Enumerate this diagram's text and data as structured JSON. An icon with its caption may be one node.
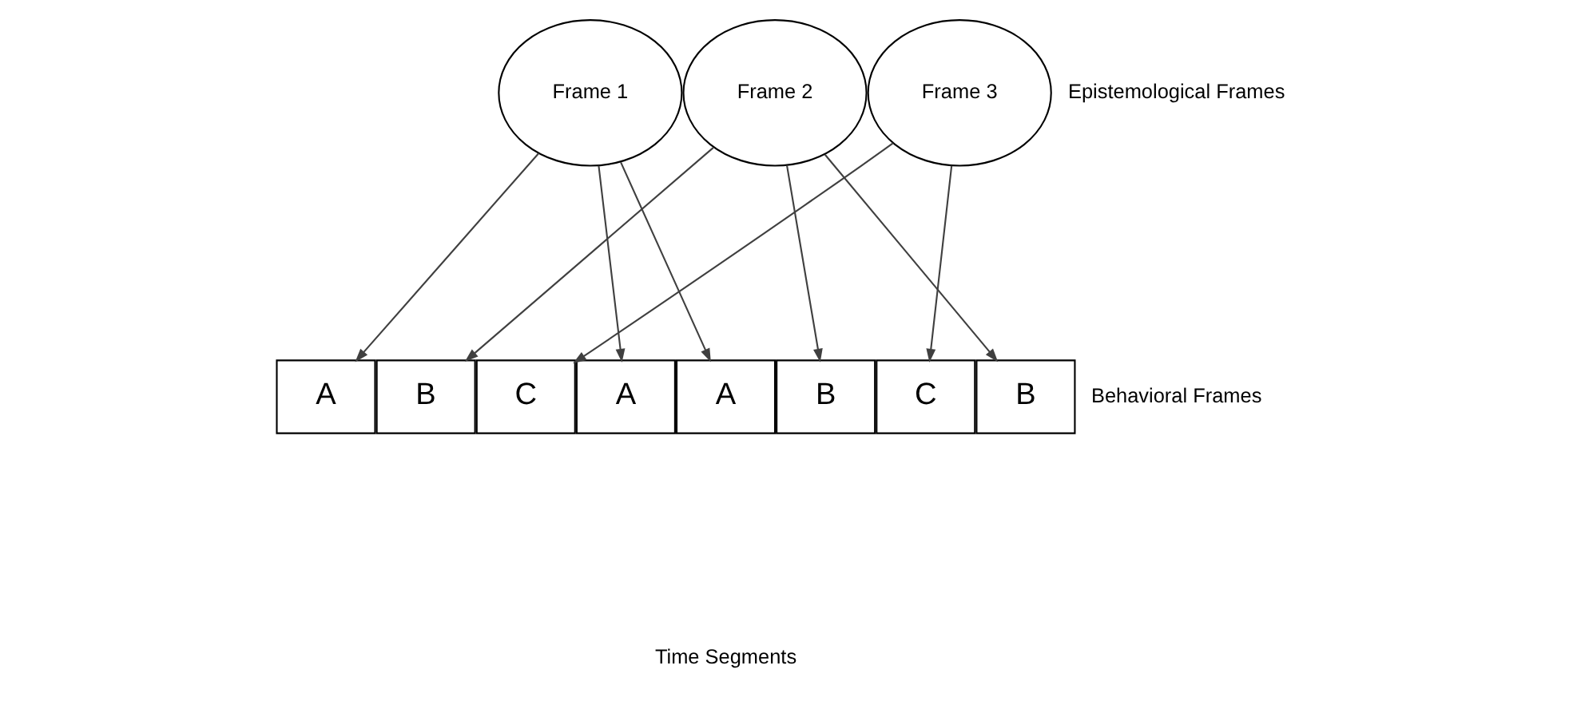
{
  "diagram": {
    "nodes": [
      {
        "text": [
          "Frame 1"
        ]
      },
      {
        "text": [
          "Frame 2"
        ]
      },
      {
        "text": [
          "Frame 3"
        ]
      },
      {
        "text": [
          "A"
        ]
      },
      {
        "text": [
          "B"
        ]
      },
      {
        "text": [
          "C"
        ]
      },
      {
        "text": [
          "A"
        ]
      },
      {
        "text": [
          "A"
        ]
      },
      {
        "text": [
          "B"
        ]
      },
      {
        "text": [
          "C"
        ]
      },
      {
        "text": [
          "B"
        ]
      }
    ],
    "edges": [
      {
        "from": 0,
        "to": 3,
        "arrow": "to"
      },
      {
        "from": 0,
        "to": 6,
        "arrow": "to"
      },
      {
        "from": 0,
        "to": 7,
        "arrow": "to"
      },
      {
        "from": 1,
        "to": 4,
        "arrow": "to"
      },
      {
        "from": 1,
        "to": 8,
        "arrow": "to"
      },
      {
        "from": 1,
        "to": 10,
        "arrow": "to"
      },
      {
        "from": 2,
        "to": 5,
        "arrow": "to"
      },
      {
        "from": 2,
        "to": 9,
        "arrow": "to"
      }
    ],
    "labels": [
      "Epistemological Frames",
      "Behavioral Frames",
      "Time Segments"
    ]
  }
}
